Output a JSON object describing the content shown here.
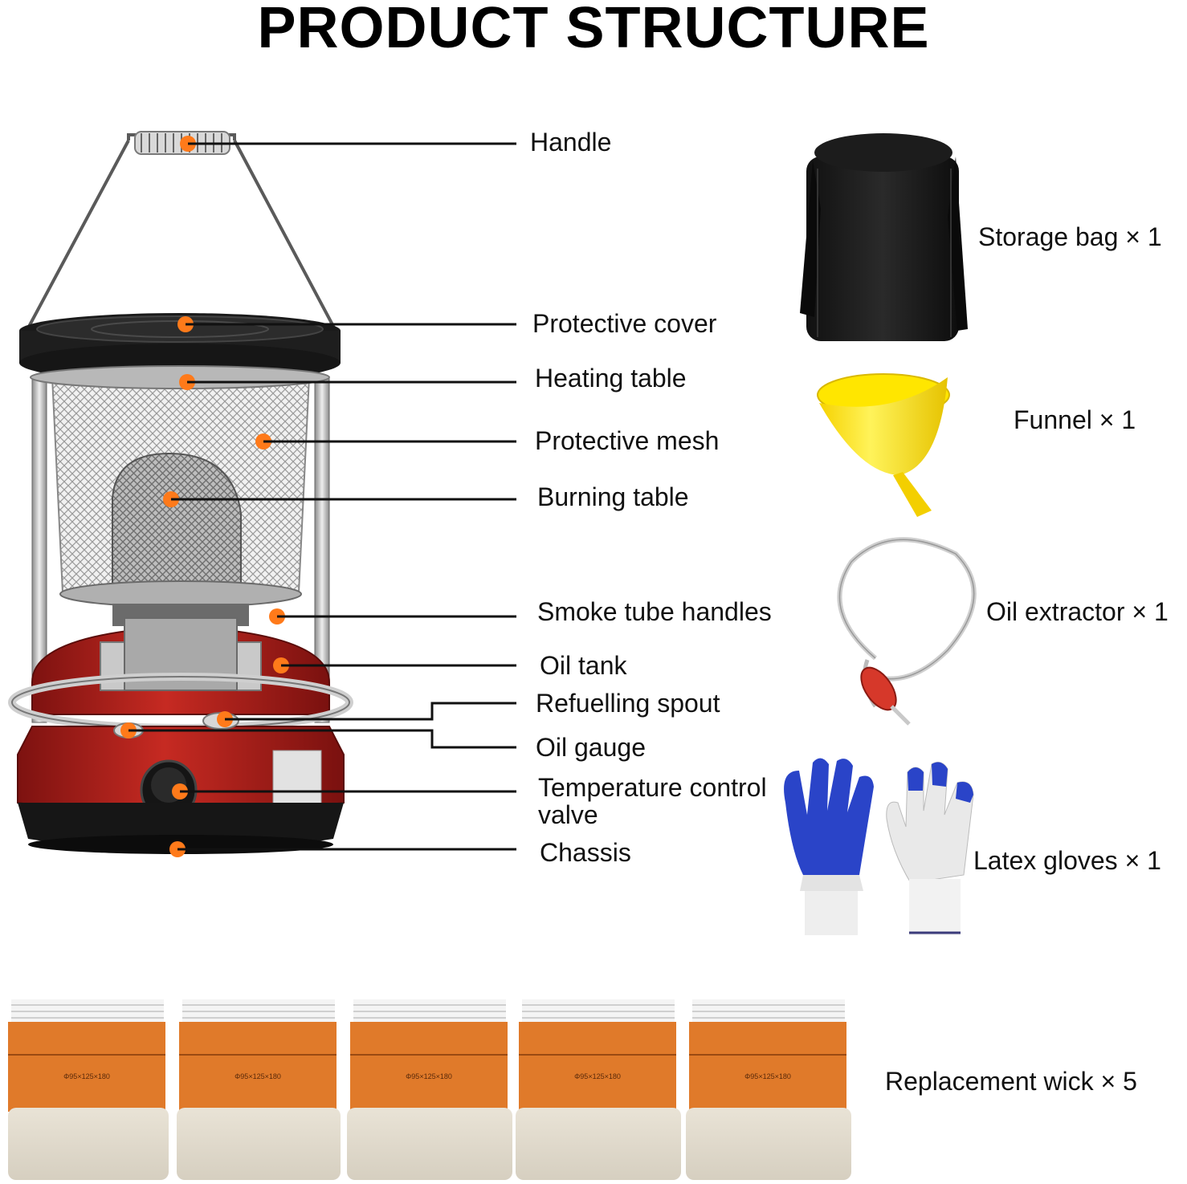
{
  "title": "PRODUCT STRUCTURE",
  "parts": {
    "handle": "Handle",
    "protective_cover": "Protective cover",
    "heating_table": "Heating table",
    "protective_mesh": "Protective mesh",
    "burning_table": "Burning table",
    "smoke_tube_handles": "Smoke tube handles",
    "oil_tank": "Oil tank",
    "refuelling_spout": "Refuelling spout",
    "oil_gauge": "Oil gauge",
    "temperature_control_valve_line1": "Temperature control",
    "temperature_control_valve_line2": "valve",
    "chassis": "Chassis"
  },
  "accessories": {
    "storage_bag": "Storage bag × 1",
    "funnel": "Funnel × 1",
    "oil_extractor": "Oil extractor × 1",
    "latex_gloves": "Latex gloves × 1",
    "replacement_wick": "Replacement wick × 5"
  },
  "wick_print": "Φ95×125×180",
  "colors": {
    "marker": "#ff7a1a",
    "heater_red": "#a8201c",
    "funnel_yellow": "#ffe600",
    "glove_blue": "#2a44c8",
    "wick_orange": "#e07a2a",
    "leader_line": "#111111"
  }
}
